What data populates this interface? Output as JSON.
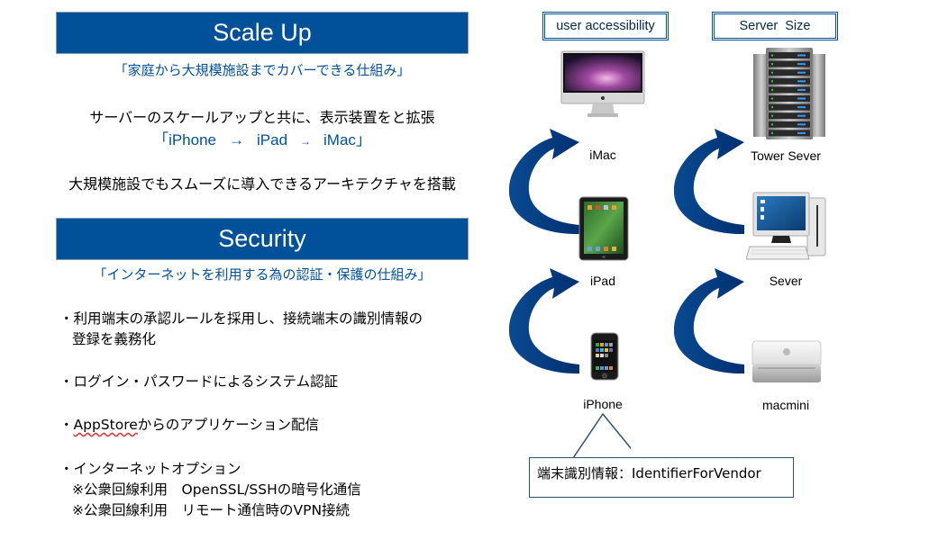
{
  "scale_up": {
    "title": "Scale Up",
    "subtitle": "「家庭から大規模施設までカバーできる仕組み」",
    "line1": "サーバーのスケールアップと共に、表示装置をと拡張",
    "flow": {
      "open": "「",
      "item1": "iPhone",
      "arrow1": "→",
      "item2": "iPad",
      "arrow2": "→",
      "item3": "iMac",
      "close": "」"
    },
    "line2": "大規模施設でもスムーズに導入できるアーキテクチャを搭載"
  },
  "security": {
    "title": "Security",
    "subtitle": "「インターネットを利用する為の認証・保護の仕組み」",
    "bullets": [
      {
        "line1": "・利用端末の承認ルールを採用し、接続端末の識別情報の",
        "line2": "登録を義務化"
      },
      {
        "line1": "・ログイン・パスワードによるシステム認証"
      },
      {
        "prefix": "・",
        "emph": "AppStore",
        "rest": "からのアプリケーション配信"
      },
      {
        "line1": "・インターネットオプション",
        "sub": [
          "※公衆回線利用　OpenSSL/SSHの暗号化通信",
          "※公衆回線利用　リモート通信時のVPN接続"
        ]
      }
    ]
  },
  "diagram": {
    "columns": [
      {
        "label": "user accessibility",
        "devices": [
          {
            "name": "iMac",
            "icon": "imac-icon"
          },
          {
            "name": "iPad",
            "icon": "ipad-icon"
          },
          {
            "name": "iPhone",
            "icon": "iphone-icon"
          }
        ]
      },
      {
        "label": "Server  Size",
        "devices": [
          {
            "name": "Tower Sever",
            "icon": "server-rack-icon"
          },
          {
            "name": "Sever",
            "icon": "desktop-pc-icon"
          },
          {
            "name": "macmini",
            "icon": "mac-mini-icon"
          }
        ]
      }
    ],
    "callout": "端末識別情報：IdentifierForVendor",
    "colors": {
      "accent": "#00509a",
      "arrow": "#003a80"
    }
  }
}
